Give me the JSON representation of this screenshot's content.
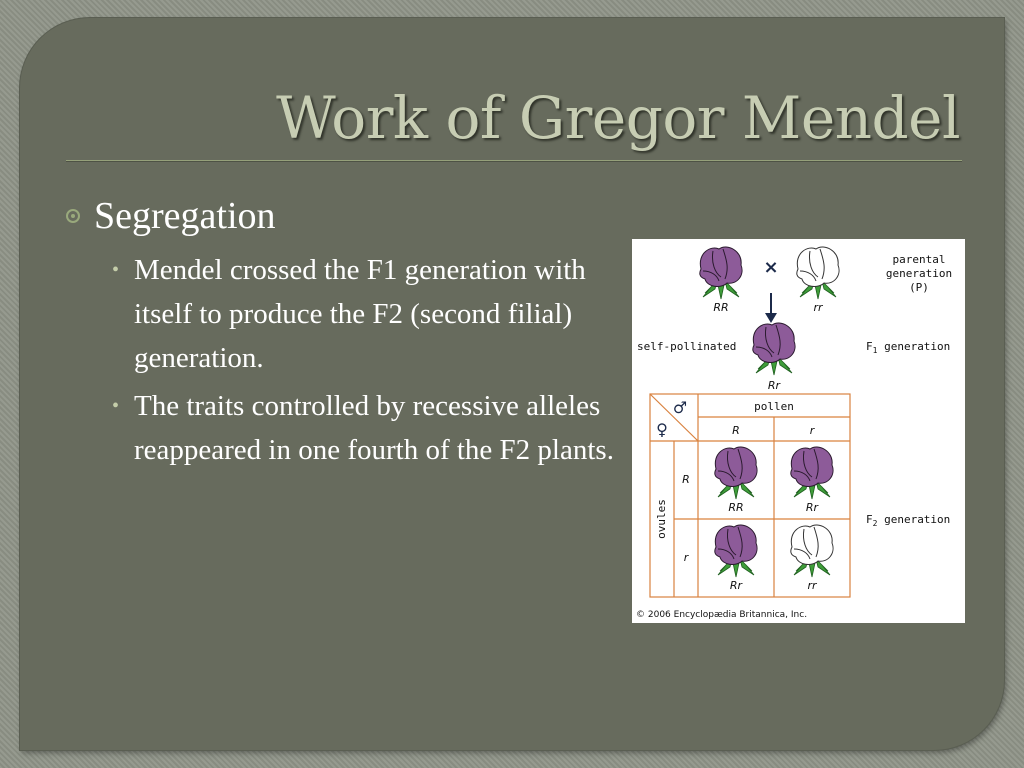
{
  "slide": {
    "title": "Work of Gregor Mendel",
    "heading": "Segregation",
    "bullets": [
      "Mendel crossed the F1 generation with itself to produce the F2 (second filial) generation.",
      "The traits controlled by recessive alleles reappeared in one fourth of the F2 plants."
    ]
  },
  "figure": {
    "parental_labels": [
      "parental",
      "generation",
      "(P)"
    ],
    "cross_symbol": "×",
    "parent_left": "RR",
    "parent_right": "rr",
    "self_pollinated": "self-pollinated",
    "f1_label": "F",
    "f1_sub": "1",
    "f1_suffix": " generation",
    "f1_genotype": "Rr",
    "male_symbol": "♂",
    "female_symbol": "♀",
    "pollen": "pollen",
    "pollen_alleles": [
      "R",
      "r"
    ],
    "ovules": "ovules",
    "ovule_alleles": [
      "R",
      "r"
    ],
    "f2_label": "F",
    "f2_sub": "2",
    "f2_suffix": " generation",
    "cells": [
      "RR",
      "Rr",
      "Rr",
      "rr"
    ],
    "copyright": "© 2006 Encyclopædia Britannica, Inc."
  },
  "colors": {
    "purple_flower": "#8d5b99",
    "white_flower": "#ffffff",
    "leaf_green": "#3f9e3a",
    "grid_orange": "#d9823f",
    "title_color": "#c7cdb3"
  }
}
